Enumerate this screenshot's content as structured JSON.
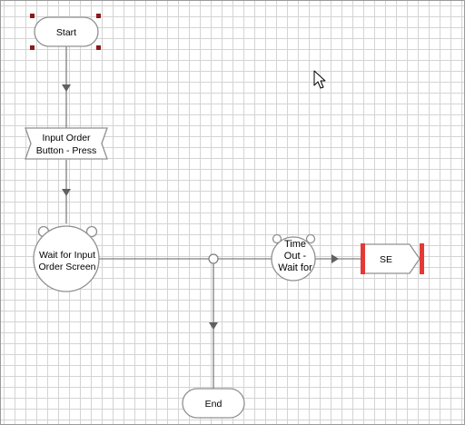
{
  "diagram": {
    "nodes": {
      "start": "Start",
      "input_order_line1": "Input Order",
      "input_order_line2": "Button - Press",
      "wait_line1": "Wait for Input",
      "wait_line2": "Order Screen",
      "timeout_line1": "Time",
      "timeout_line2": "Out -",
      "timeout_line3": "Wait for",
      "se": "SE",
      "end": "End"
    },
    "edges": [
      {
        "from": "start",
        "to": "input_order"
      },
      {
        "from": "input_order",
        "to": "wait"
      },
      {
        "from": "wait",
        "to": "junction"
      },
      {
        "from": "junction",
        "to": "timeout"
      },
      {
        "from": "timeout",
        "to": "se"
      },
      {
        "from": "junction",
        "to": "end"
      }
    ],
    "colors": {
      "grid": "#d4d4d4",
      "node_border": "#909090",
      "connector": "#808080",
      "selection_handle": "#8b1a1a",
      "se_accent": "#e53935"
    },
    "icons": {
      "cursor": "mouse-pointer-icon"
    }
  }
}
